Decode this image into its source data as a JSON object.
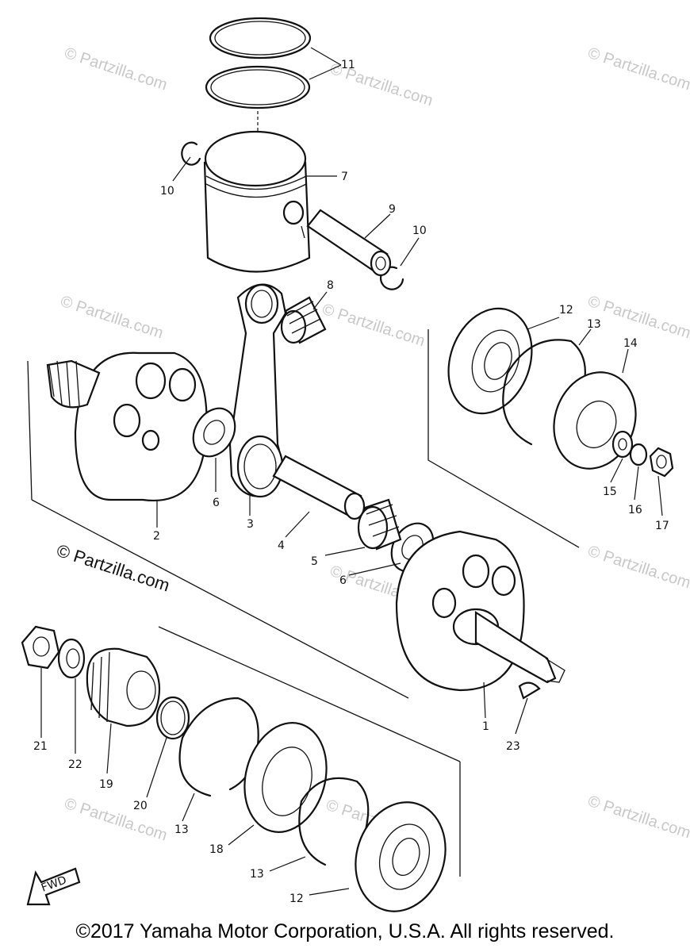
{
  "watermark": "© Partzilla.com",
  "watermark_main": "© Partzilla.com",
  "fwd_label": "FWD",
  "copyright": "©2017 Yamaha Motor Corporation, U.S.A. All rights reserved.",
  "callouts": {
    "c1": "1",
    "c2": "2",
    "c3": "3",
    "c4": "4",
    "c5": "5",
    "c6a": "6",
    "c6b": "6",
    "c7": "7",
    "c8": "8",
    "c9": "9",
    "c10a": "10",
    "c10b": "10",
    "c11": "11",
    "c12a": "12",
    "c12b": "12",
    "c13a": "13",
    "c13b": "13",
    "c13c": "13",
    "c14": "14",
    "c15": "15",
    "c16": "16",
    "c17": "17",
    "c18": "18",
    "c19": "19",
    "c20": "20",
    "c21": "21",
    "c22": "22",
    "c23": "23"
  }
}
